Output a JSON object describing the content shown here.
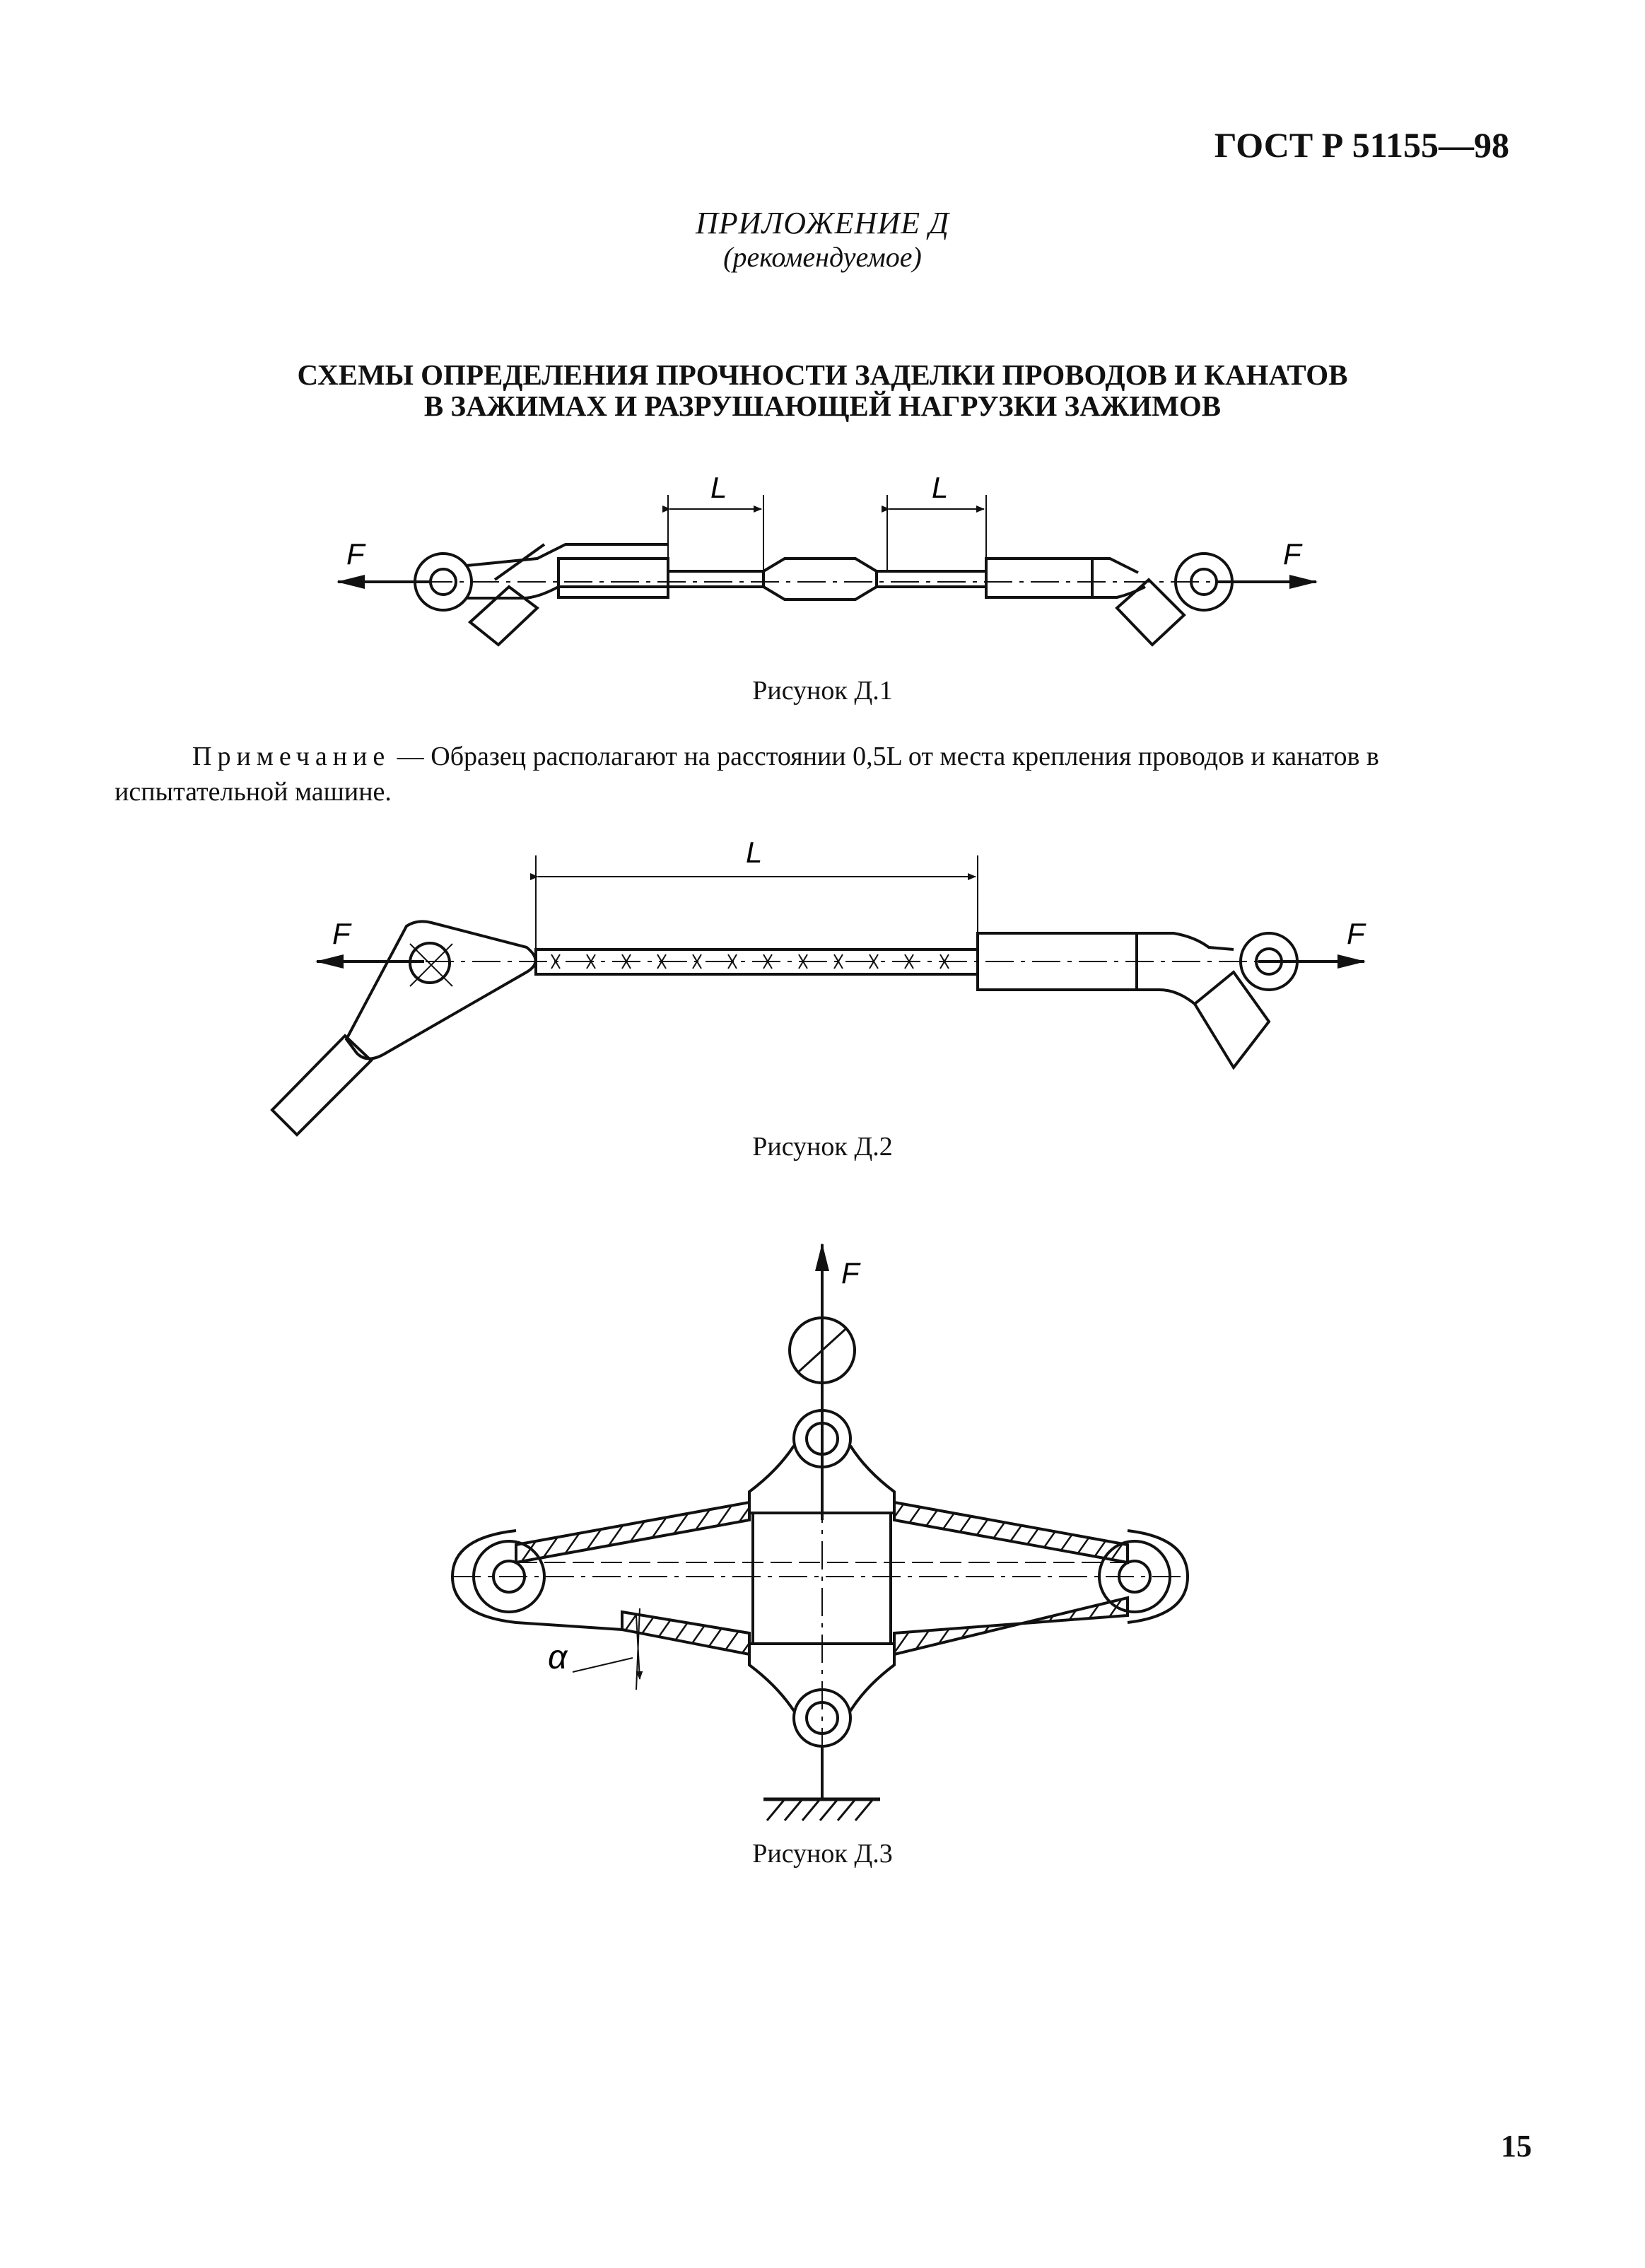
{
  "header": {
    "std_number": "ГОСТ Р 51155—98"
  },
  "appendix": {
    "title": "ПРИЛОЖЕНИЕ Д",
    "subtitle": "(рекомендуемое)"
  },
  "heading": {
    "line1": "СХЕМЫ ОПРЕДЕЛЕНИЯ ПРОЧНОСТИ ЗАДЕЛКИ ПРОВОДОВ И КАНАТОВ",
    "line2": "В ЗАЖИМАХ И РАЗРУШАЮЩЕЙ НАГРУЗКИ ЗАЖИМОВ"
  },
  "figure1": {
    "caption": "Рисунок Д.1",
    "label_force": "F",
    "label_length": "L"
  },
  "note": {
    "label": "Примечание",
    "text": "— Образец располагают на расстоянии 0,5L от места крепления проводов и канатов в испытательной машине."
  },
  "figure2": {
    "caption": "Рисунок Д.2",
    "label_force": "F",
    "label_length": "L"
  },
  "figure3": {
    "caption": "Рисунок Д.3",
    "label_force": "F",
    "label_angle": "α"
  },
  "footer": {
    "page_number": "15"
  }
}
